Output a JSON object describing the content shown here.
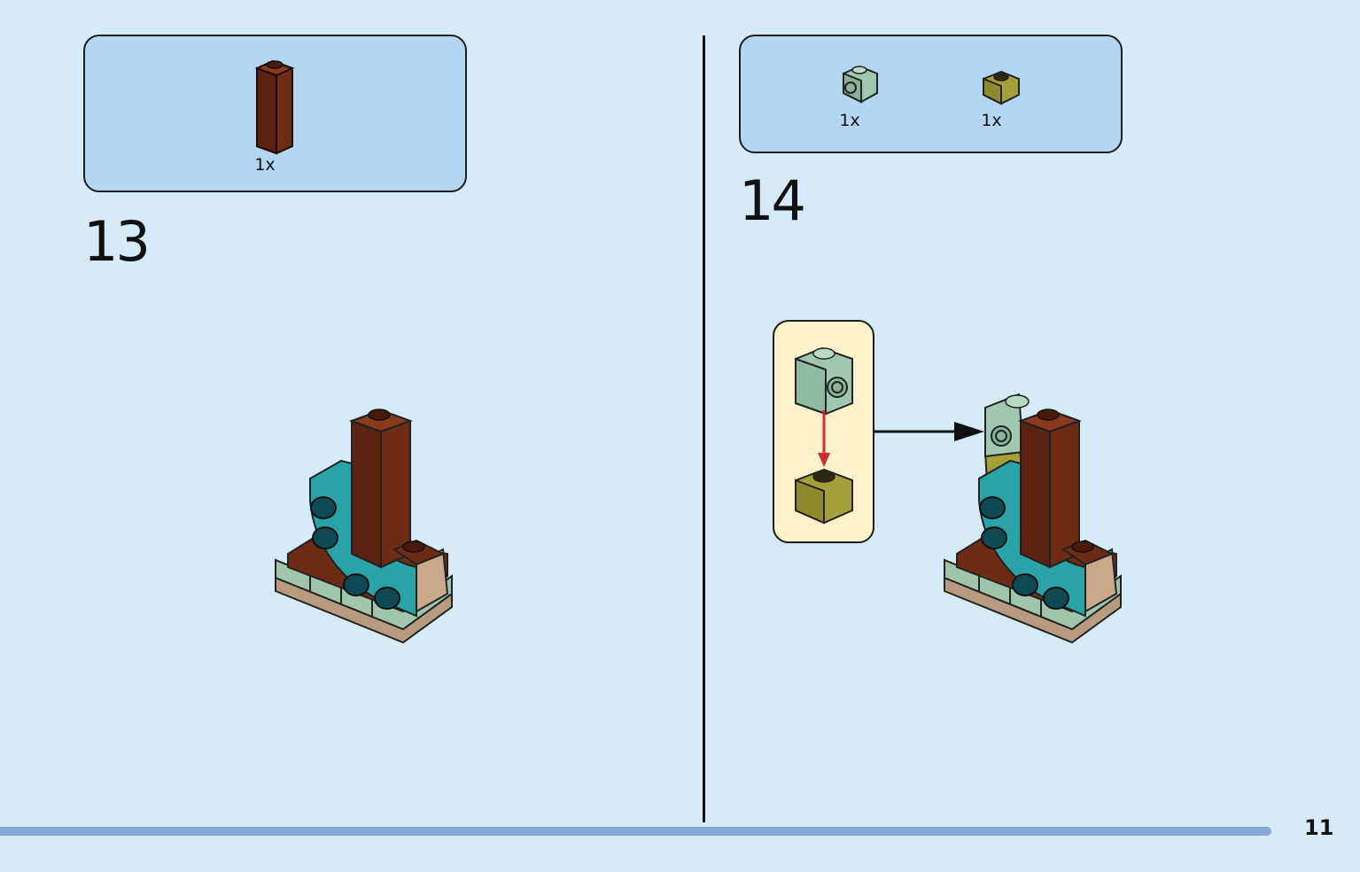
{
  "page": {
    "number": "11"
  },
  "steps": [
    {
      "number": "13",
      "parts": [
        {
          "icon": "brown-1x1x3-brick-icon",
          "qty": "1x",
          "color": "#6a2a14"
        }
      ]
    },
    {
      "number": "14",
      "parts": [
        {
          "icon": "sand-green-1x1-stud-brick-icon",
          "qty": "1x",
          "color": "#9ec8b0"
        },
        {
          "icon": "olive-1x1-brick-icon",
          "qty": "1x",
          "color": "#a5a03a"
        }
      ]
    }
  ],
  "colors": {
    "background": "#d5ebfa",
    "parts_box": "#b3d6f3",
    "callout": "#fdf3cb",
    "footer_bar": "#85a8d8",
    "arrow_red": "#d22b2b"
  }
}
